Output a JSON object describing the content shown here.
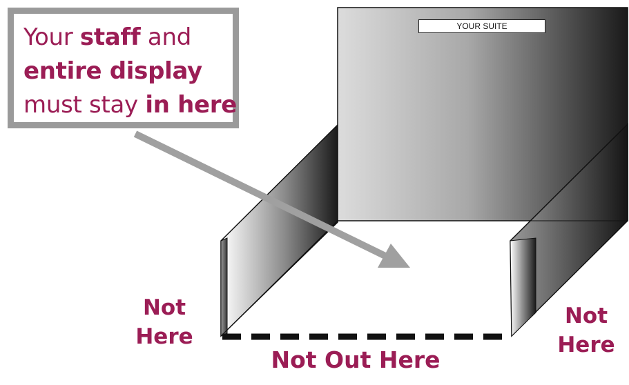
{
  "callout": {
    "line1_a": "Your ",
    "line1_b": "staff",
    "line1_c": " and",
    "line2": "entire display",
    "line3_a": "must stay ",
    "line3_b": "in here"
  },
  "suite_label": "YOUR SUITE",
  "labels": {
    "left": [
      "Not",
      "Here"
    ],
    "right": [
      "Not",
      "Here"
    ],
    "bottom": "Not Out Here"
  },
  "colors": {
    "accent": "#9b1d55",
    "callout_border": "#9a9a9a",
    "arrow": "#a0a0a0",
    "boundary": "#111111"
  }
}
